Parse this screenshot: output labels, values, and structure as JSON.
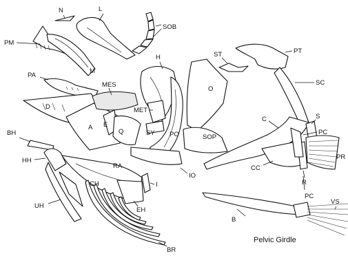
{
  "figure": {
    "caption": "Pelvic Girdle",
    "labels": {
      "N": "N",
      "L": "L",
      "SOB": "SOB",
      "PM": "PM",
      "M": "M",
      "ST": "ST",
      "PT": "PT",
      "SC": "SC",
      "H": "H",
      "O": "O",
      "PA": "PA",
      "MES": "MES",
      "MET": "MET",
      "D": "D",
      "E": "E",
      "Q": "Q",
      "SY": "SY",
      "PO": "PO",
      "SOP": "SOP",
      "A": "A",
      "C": "C",
      "S": "S",
      "PC_upper": "PC",
      "PR": "PR",
      "BH": "BH",
      "HH": "HH",
      "RA": "RA",
      "IO": "IO",
      "CC": "CC",
      "R": "R",
      "CH": "CH",
      "I": "I",
      "UH": "UH",
      "EH": "EH",
      "PC_lower": "PC",
      "B": "B",
      "VS": "VS",
      "BR": "BR"
    }
  }
}
